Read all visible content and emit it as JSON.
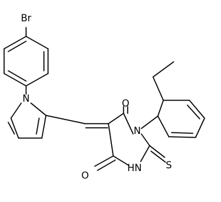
{
  "structure": {
    "atoms": {
      "br": "Br",
      "n_pyrrole": "N",
      "n1": "N",
      "n3": "HN",
      "o4": "O",
      "o6": "O",
      "s2": "S"
    }
  }
}
